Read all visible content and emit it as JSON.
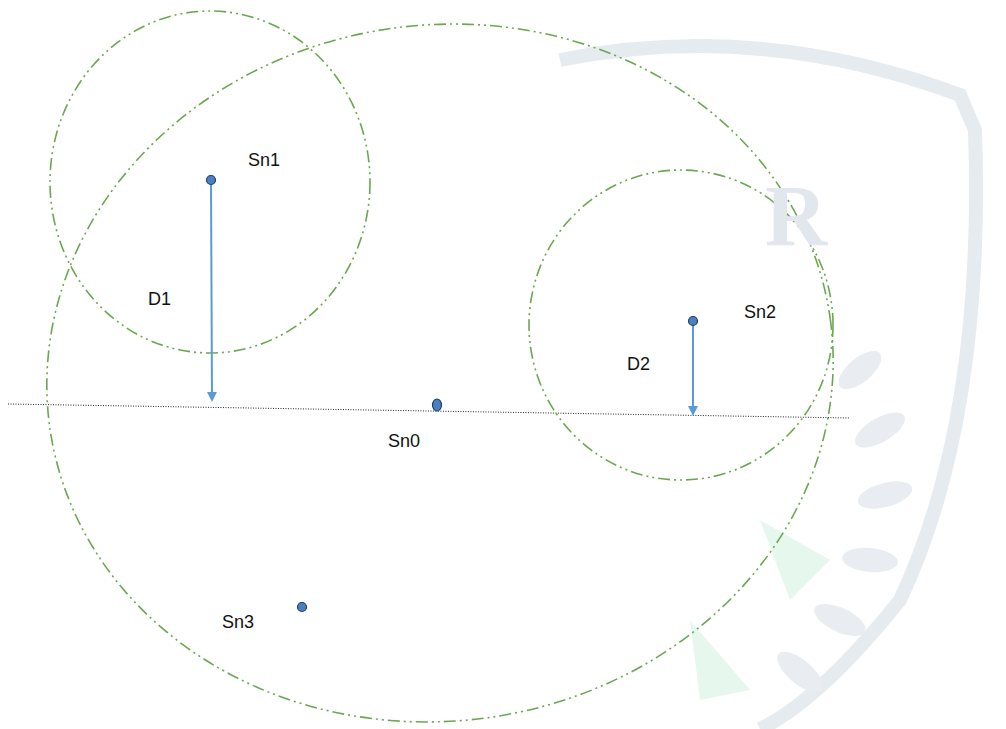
{
  "diagram": {
    "labels": [
      "R",
      "Sn1",
      "D1",
      "Sn2",
      "D2",
      "Sn0",
      "Sn3"
    ]
  }
}
